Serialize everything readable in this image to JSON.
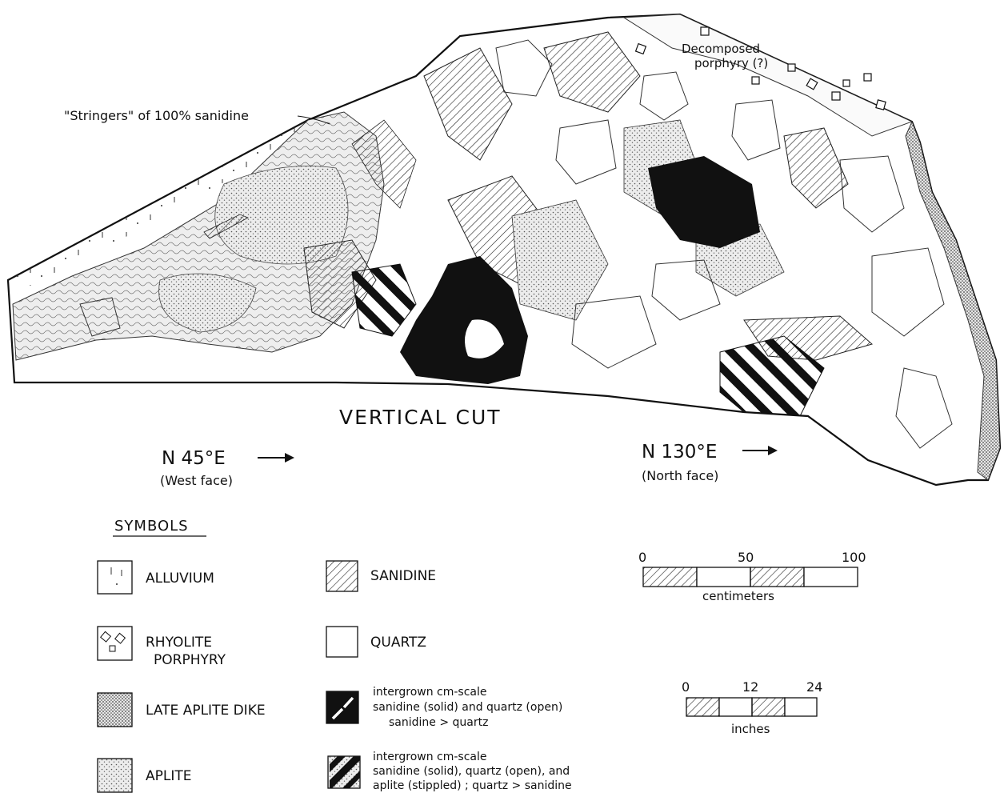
{
  "annotations": {
    "stringers": "\"Stringers\" of 100% sanidine",
    "decomposed_line1": "Decomposed",
    "decomposed_line2": "porphyry (?)"
  },
  "title": "VERTICAL CUT",
  "orientation": {
    "west": {
      "bearing": "N 45°E",
      "face": "(West face)"
    },
    "north": {
      "bearing": "N 130°E",
      "face": "(North face)"
    }
  },
  "legend": {
    "heading": "SYMBOLS",
    "items": [
      {
        "key": "alluvium",
        "lines": [
          "ALLUVIUM"
        ]
      },
      {
        "key": "rhyolite",
        "lines": [
          "RHYOLITE",
          "PORPHYRY"
        ]
      },
      {
        "key": "late_aplite",
        "lines": [
          "LATE APLITE DIKE"
        ]
      },
      {
        "key": "aplite",
        "lines": [
          "APLITE"
        ]
      },
      {
        "key": "sanidine",
        "lines": [
          "SANIDINE"
        ]
      },
      {
        "key": "quartz",
        "lines": [
          "QUARTZ"
        ]
      },
      {
        "key": "intergrown1",
        "lines": [
          "intergrown cm-scale",
          "sanidine (solid) and quartz (open)",
          "sanidine > quartz"
        ]
      },
      {
        "key": "intergrown2",
        "lines": [
          "intergrown cm-scale",
          "sanidine (solid), quartz (open), and",
          "aplite (stippled) ; quartz > sanidine"
        ]
      }
    ]
  },
  "scale_cm": {
    "ticks": [
      "0",
      "50",
      "100"
    ],
    "unit": "centimeters"
  },
  "scale_in": {
    "ticks": [
      "0",
      "12",
      "24"
    ],
    "unit": "inches"
  }
}
